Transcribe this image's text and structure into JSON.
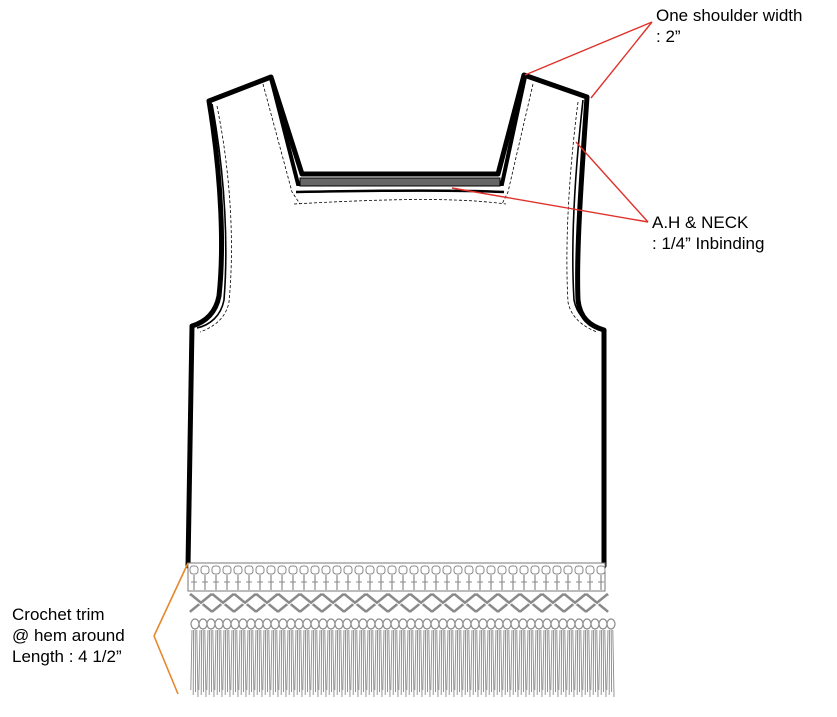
{
  "annotations": {
    "shoulder": {
      "line1": "One shoulder width",
      "line2": ": 2”",
      "color": "#e0312b"
    },
    "binding": {
      "line1": "A.H & NECK",
      "line2": ": 1/4” Inbinding",
      "color": "#e0312b"
    },
    "trim": {
      "line1": "Crochet trim",
      "line2": "@ hem around",
      "line3": "Length : 4 1/2”",
      "color": "#e8862a"
    }
  },
  "colors": {
    "outline": "#000000",
    "fabric": "#ffffff",
    "trim_gray": "#8a8a8a",
    "neck_band": "#555555"
  }
}
